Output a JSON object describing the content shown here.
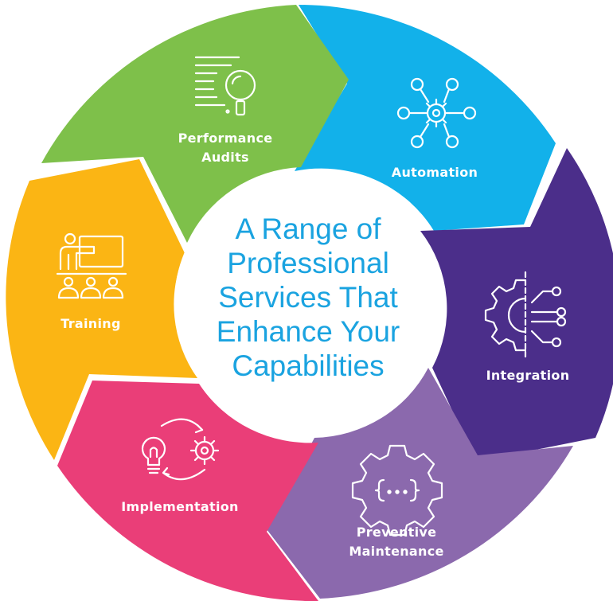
{
  "center": {
    "lines": [
      "A Range of",
      "Professional",
      "Services That",
      "Enhance Your",
      "Capabilities"
    ]
  },
  "segments": [
    {
      "label_lines": [
        "Performance",
        "Audits"
      ],
      "color": "#7ec04a",
      "icon": "audit-magnifier-icon"
    },
    {
      "label_lines": [
        "Automation"
      ],
      "color": "#12b1ea",
      "icon": "automation-gear-network-icon"
    },
    {
      "label_lines": [
        "Integration"
      ],
      "color": "#4b2e8a",
      "icon": "integration-gear-circuit-icon"
    },
    {
      "label_lines": [
        "Preventive",
        "Maintenance"
      ],
      "color": "#8b69ad",
      "icon": "maintenance-gear-code-icon"
    },
    {
      "label_lines": [
        "Implementation"
      ],
      "color": "#ea3e78",
      "icon": "implementation-bulb-gear-icon"
    },
    {
      "label_lines": [
        "Training"
      ],
      "color": "#fbb514",
      "icon": "training-presentation-icon"
    }
  ]
}
